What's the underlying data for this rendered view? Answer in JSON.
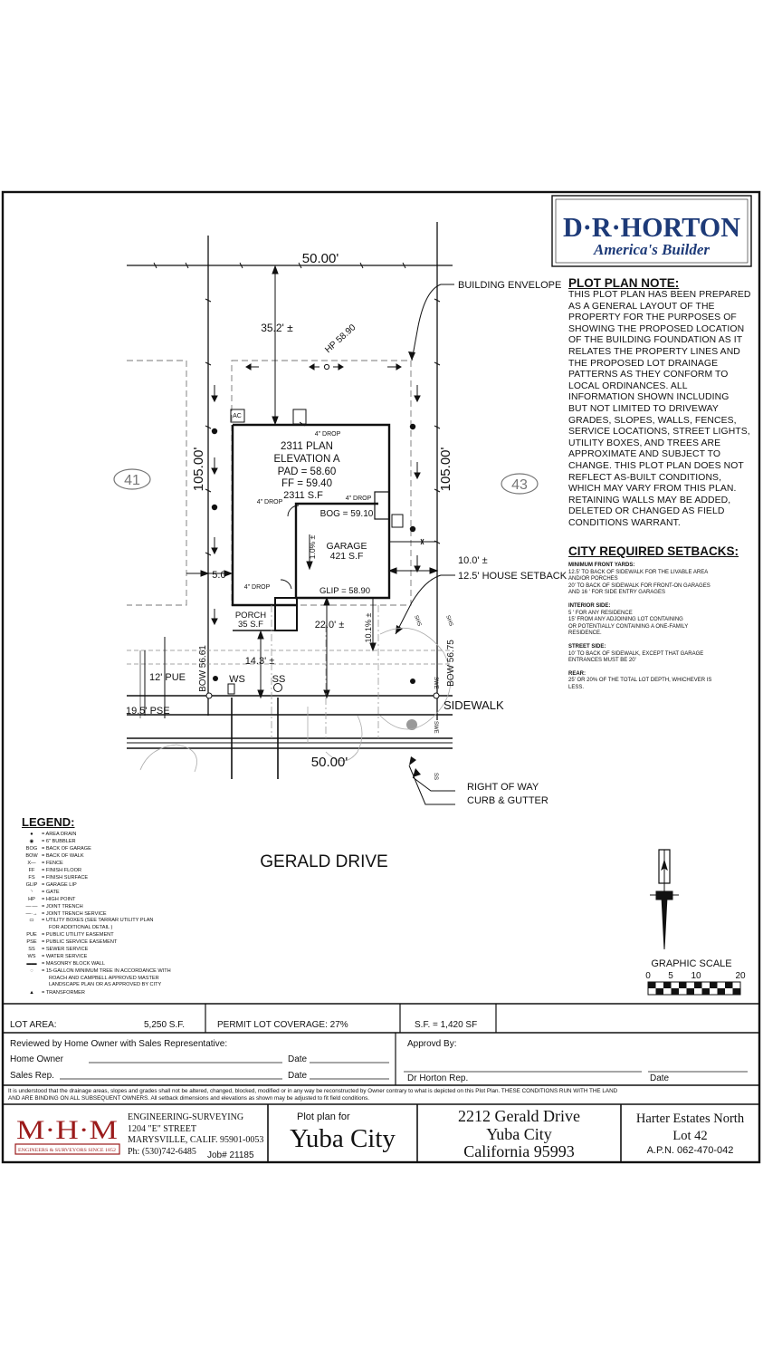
{
  "brand": {
    "logo_main": "D·R·HORTON",
    "logo_tagline": "America's Builder"
  },
  "plot_plan_note": {
    "heading": "PLOT PLAN NOTE:",
    "lines": [
      "THIS PLOT PLAN HAS BEEN PREPARED",
      "AS A GENERAL LAYOUT OF THE",
      "PROPERTY FOR THE PURPOSES OF",
      "SHOWING THE PROPOSED LOCATION",
      "OF THE BUILDING FOUNDATION AS IT",
      "RELATES THE PROPERTY LINES AND",
      "THE PROPOSED LOT DRAINAGE",
      "PATTERNS AS THEY CONFORM TO",
      "LOCAL ORDINANCES. ALL",
      "INFORMATION SHOWN INCLUDING",
      "BUT NOT LIMITED TO DRIVEWAY",
      "GRADES, SLOPES, WALLS, FENCES,",
      "SERVICE LOCATIONS, STREET LIGHTS,",
      "UTILITY BOXES, AND TREES ARE",
      "APPROXIMATE AND SUBJECT TO",
      "CHANGE. THIS PLOT PLAN DOES NOT",
      "REFLECT AS-BUILT CONDITIONS,",
      "WHICH MAY VARY FROM THIS PLAN.",
      "RETAINING WALLS MAY BE ADDED,",
      "DELETED OR CHANGED AS FIELD",
      "CONDITIONS WARRANT."
    ]
  },
  "setbacks": {
    "heading": "CITY REQUIRED SETBACKS:",
    "min_front_title": "MINIMUM FRONT YARDS:",
    "min_front_lines": [
      "12.5' TO BACK OF SIDEWALK FOR THE LIVABLE AREA",
      "AND/OR PORCHES",
      "20' TO BACK OF SIDEWALK FOR FRONT-ON GARAGES",
      "AND 16 ' FOR SIDE ENTRY GARAGES"
    ],
    "interior_title": "INTERIOR SIDE:",
    "interior_lines": [
      "5 ' FOR ANY RESIDENCE",
      "15' FROM ANY ADJOINING LOT CONTAINING",
      "OR POTENTIALLY CONTAINING A ONE-FAMILY",
      "RESIDENCE."
    ],
    "street_title": "STREET SIDE:",
    "street_lines": [
      "10' TO BACK OF SIDEWALK, EXCEPT THAT GARAGE",
      "ENTRANCES MUST BE 20'"
    ],
    "rear_title": "REAR:",
    "rear_lines": [
      "25' OR 20% OF THE TOTAL LOT DEPTH, WHICHEVER IS",
      "LESS."
    ]
  },
  "plan_labels": {
    "top_width": "50.00'",
    "bottom_width": "50.00'",
    "left_depth": "105.00'",
    "right_depth": "105.00'",
    "rear_setback": "35.2' ±",
    "high_point": "HP 58.90",
    "building_envelope": "BUILDING ENVELOPE",
    "lot_left": "41",
    "lot_right": "43",
    "ac": "AC",
    "drop_top": "4\" DROP",
    "drop_left": "4\" DROP",
    "drop_right": "4\" DROP",
    "drop_porch": "4\" DROP",
    "house_plan": "2311 PLAN",
    "elevation": "ELEVATION A",
    "pad": "PAD = 58.60",
    "ff": "FF = 59.40",
    "house_sf": "2311 S.F",
    "bog": "BOG = 59.10",
    "garage": "GARAGE",
    "garage_sf": "421 S.F",
    "garage_slope": "1.0% ±",
    "glip": "GLIP = 58.90",
    "porch": "PORCH",
    "porch_sf": "35 S.F",
    "side_5": "5.0'",
    "side_10": "10.0' ±",
    "house_setback": "12.5' HOUSE SETBACK",
    "drive_22": "22.0' ±",
    "drive_slope": "10.1% ±",
    "front_14": "14.3' ±",
    "bow_left": "BOW 56.61",
    "bow_right": "BOW 56.75",
    "pue": "12' PUE",
    "pse": "19.5' PSE",
    "ws": "WS",
    "ss": "SS",
    "sidewalk": "SIDEWALK",
    "right_of_way": "RIGHT OF WAY",
    "curb_gutter": "CURB & GUTTER",
    "street_name": "GERALD DRIVE",
    "graphic_scale": "GRAPHIC SCALE",
    "scale_0": "0",
    "scale_5": "5",
    "scale_10": "10",
    "scale_20": "20"
  },
  "legend": {
    "heading": "LEGEND:",
    "items": [
      {
        "symbol": "●",
        "text": "= AREA DRAIN"
      },
      {
        "symbol": "◉",
        "text": "= 6\" BUBBLER"
      },
      {
        "symbol": "BOG",
        "text": "= BACK OF GARAGE"
      },
      {
        "symbol": "BOW",
        "text": "= BACK OF WALK"
      },
      {
        "symbol": "X—",
        "text": "= FENCE"
      },
      {
        "symbol": "FF",
        "text": "= FINISH FLOOR"
      },
      {
        "symbol": "FS",
        "text": "= FINISH SURFACE"
      },
      {
        "symbol": "GLIP",
        "text": "= GARAGE LIP"
      },
      {
        "symbol": "◝",
        "text": "= GATE"
      },
      {
        "symbol": "HP",
        "text": "= HIGH POINT"
      },
      {
        "symbol": "—·—",
        "text": "= JOINT TRENCH"
      },
      {
        "symbol": "—·→",
        "text": "= JOINT TRENCH SERVICE"
      },
      {
        "symbol": "▭",
        "text": "= UTILITY BOXES (SEE TARRAR UTILITY PLAN"
      },
      {
        "symbol": "",
        "text": "FOR ADDITIONAL DETAIL )"
      },
      {
        "symbol": "PUE",
        "text": "= PUBLIC UTILITY EASEMENT"
      },
      {
        "symbol": "PSE",
        "text": "= PUBLIC SERVICE EASEMENT"
      },
      {
        "symbol": "SS",
        "text": "= SEWER SERVICE"
      },
      {
        "symbol": "WS",
        "text": "= WATER SERVICE"
      },
      {
        "symbol": "▬▬",
        "text": "= MASONRY BLOCK WALL"
      },
      {
        "symbol": "◌",
        "text": "= 15-GALLON MINIMUM TREE IN ACCORDANCE WITH"
      },
      {
        "symbol": "",
        "text": "ROACH AND CAMPBELL APPROVED MASTER"
      },
      {
        "symbol": "",
        "text": "LANDSCAPE PLAN OR AS APPROVED BY CITY"
      },
      {
        "symbol": "▲",
        "text": "= TRANSFORMER"
      }
    ]
  },
  "summary": {
    "lot_area_label": "LOT AREA:",
    "lot_area_value": "5,250 S.F.",
    "coverage": "PERMIT LOT COVERAGE: 27%",
    "sf": "S.F. = 1,420 SF"
  },
  "approval": {
    "reviewed": "Reviewed by Home Owner with Sales Representative:",
    "home_owner": "Home Owner",
    "date1": "Date",
    "sales_rep": "Sales Rep.",
    "date2": "Date",
    "approved": "Approvd By:",
    "dr_horton_rep": "Dr Horton Rep.",
    "date3": "Date"
  },
  "disclaimer": {
    "line1": "It is understood that the drainage areas, slopes and grades shall not be altered, changed, blocked, modified or in any way be reconstructed by Owner contrary to what is depicted on this Plot Plan.  THESE CONDITIONS RUN WITH THE LAND",
    "line2": "AND ARE BINDING ON ALL SUBSEQUENT OWNERS.  All setback dimensions and elevations as shown may be adjusted to fit field conditions."
  },
  "title_block": {
    "mhm_logo": "M·H·M",
    "mhm_banner": "ENGINEERS & SURVEYORS SINCE 1852",
    "firm": "ENGINEERING-SURVEYING",
    "street": "1204 \"E\" STREET",
    "city": "MARYSVILLE, CALIF. 95901-0053",
    "phone": "Ph: (530)742-6485",
    "job": "Job# 21185",
    "plot_plan_for": "Plot plan for",
    "city_name": "Yuba City",
    "address_line1": "2212 Gerald Drive",
    "address_line2": "Yuba City",
    "address_line3": "California 95993",
    "subdivision": "Harter Estates North",
    "lot": "Lot 42",
    "apn": "A.P.N. 062-470-042"
  }
}
